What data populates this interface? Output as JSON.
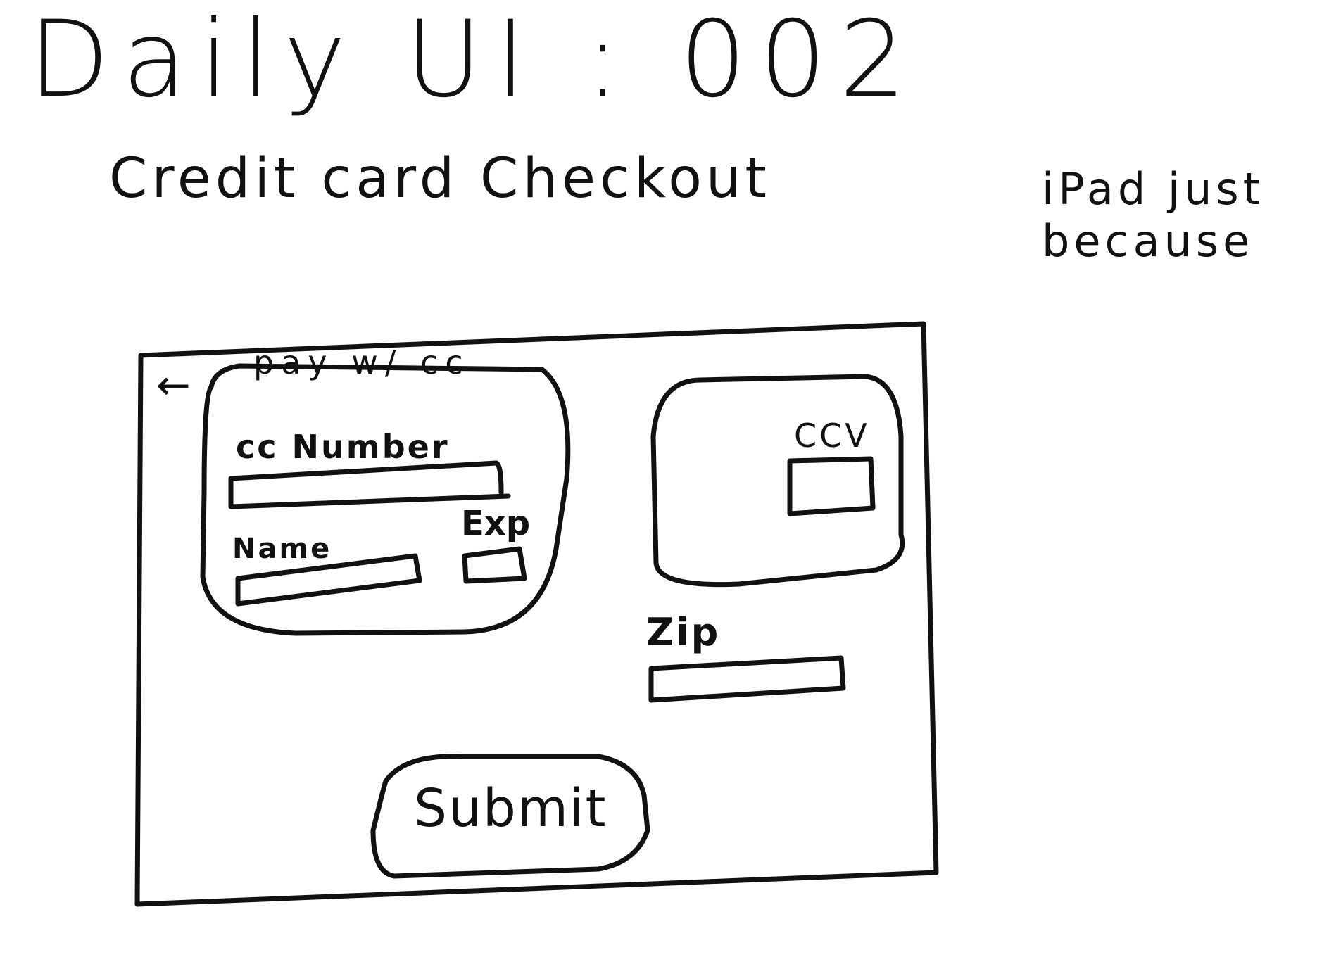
{
  "header": {
    "title": "Daily UI : 002",
    "subtitle": "Credit card Checkout"
  },
  "side_note": {
    "line1": "iPad just",
    "line2": "because"
  },
  "screen": {
    "back_icon": "arrow-left-icon",
    "back_glyph": "←",
    "title": "pay w/ cc",
    "card_front": {
      "cc_number_label": "cc Number",
      "name_label": "Name",
      "exp_label": "Exp"
    },
    "card_back": {
      "ccv_label": "CCV"
    },
    "zip_label": "Zip",
    "submit_label": "Submit"
  }
}
